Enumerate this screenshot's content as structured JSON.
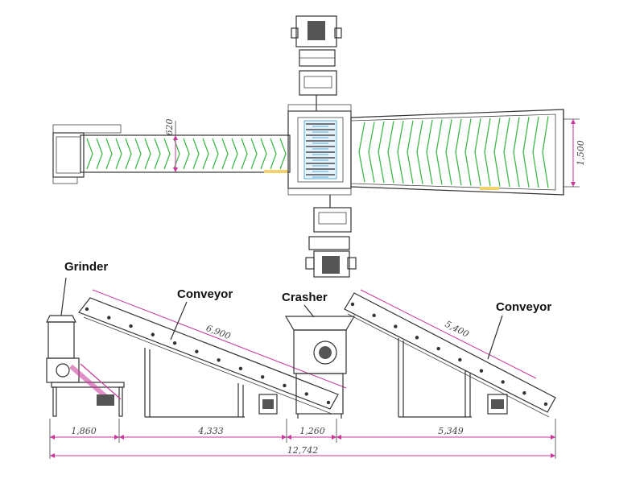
{
  "labels": {
    "grinder": "Grinder",
    "conveyor_left": "Conveyor",
    "crasher": "Crasher",
    "conveyor_right": "Conveyor"
  },
  "dimensions": {
    "top_belt_width": "620",
    "top_hopper_width": "1,500",
    "conveyor_left_length": "6,900",
    "conveyor_right_length": "5,400",
    "seg_1": "1,860",
    "seg_2": "4,333",
    "seg_3": "1,260",
    "seg_4": "5,349",
    "total": "12,742"
  },
  "colors": {
    "belt_green": "#3fb94a",
    "dimension_magenta": "#c8379a",
    "crusher_blue": "#5aa9d6",
    "line": "#333333"
  }
}
